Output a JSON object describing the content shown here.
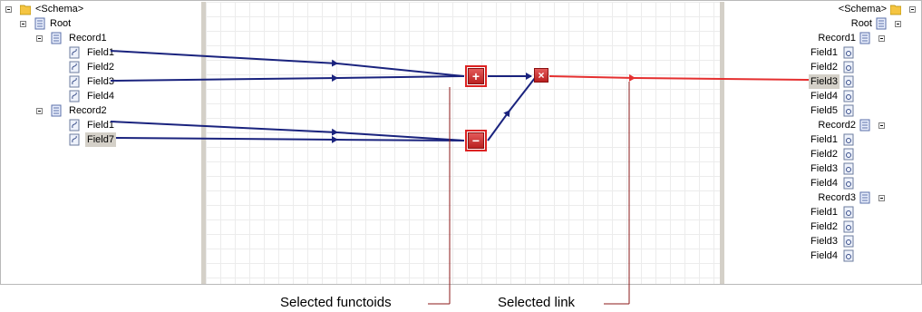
{
  "source_tree": {
    "schema": "<Schema>",
    "root": "Root",
    "record1": "Record1",
    "r1_field1": "Field1",
    "r1_field2": "Field2",
    "r1_field3": "Field3",
    "r1_field4": "Field4",
    "record2": "Record2",
    "r2_field1": "Field1",
    "r2_field7": "Field7"
  },
  "destination_tree": {
    "schema": "<Schema>",
    "root": "Root",
    "record1": "Record1",
    "r1_fields": [
      "Field1",
      "Field2",
      "Field3",
      "Field4",
      "Field5"
    ],
    "record2": "Record2",
    "r2_fields": [
      "Field1",
      "Field2",
      "Field3",
      "Field4"
    ],
    "record3": "Record3",
    "r3_fields": [
      "Field1",
      "Field2",
      "Field3",
      "Field4"
    ]
  },
  "functoids": {
    "add_symbol": "+",
    "subtract_symbol": "−",
    "multiply_symbol": "×"
  },
  "colors": {
    "link": "#1a237e",
    "selected_link": "#e53030",
    "functoid_selection": "#dd2222"
  },
  "callouts": {
    "selected_functoids": "Selected functoids",
    "selected_link": "Selected link"
  }
}
